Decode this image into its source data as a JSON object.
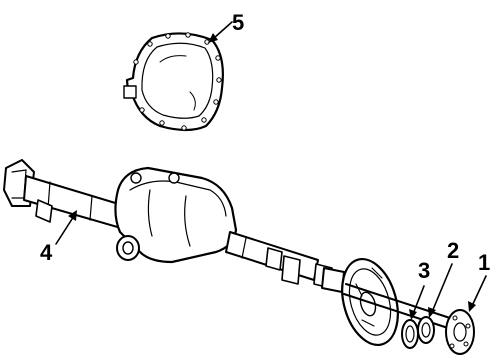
{
  "callouts": [
    {
      "id": "1",
      "label": "1"
    },
    {
      "id": "2",
      "label": "2"
    },
    {
      "id": "3",
      "label": "3"
    },
    {
      "id": "4",
      "label": "4"
    },
    {
      "id": "5",
      "label": "5"
    }
  ],
  "parts": {
    "cover": "differential-cover",
    "housing": "axle-housing",
    "flange": "axle-shaft-flange",
    "bearing": "wheel-bearing",
    "seal": "oil-seal",
    "backing_plate": "brake-backing-plate"
  },
  "colors": {
    "ink": "#000000",
    "background": "#ffffff"
  }
}
